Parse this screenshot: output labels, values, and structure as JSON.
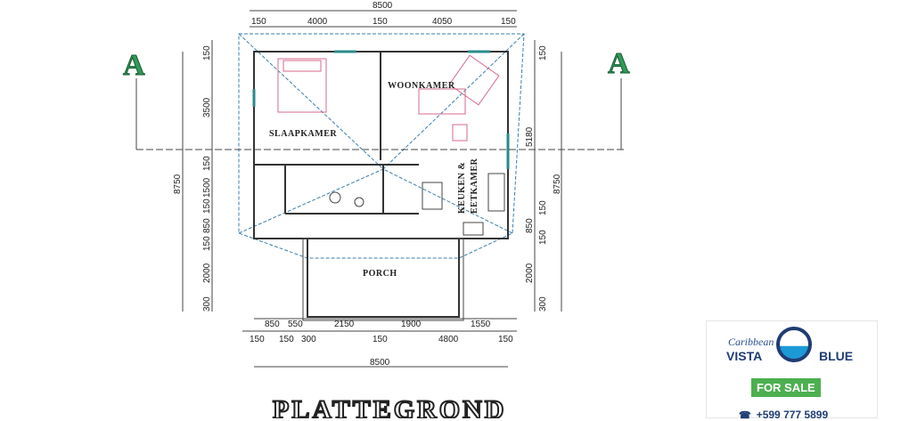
{
  "dimensions": {
    "top_total": "8500",
    "top_segments": [
      "150",
      "4000",
      "150",
      "4050",
      "150"
    ],
    "bottom_row1": [
      "850",
      "550",
      "2150",
      "1900",
      "1550"
    ],
    "bottom_row2": [
      "150",
      "150",
      "300",
      "150",
      "4800",
      "150"
    ],
    "bottom_total": "8500",
    "left_total": "8750",
    "left_segments": [
      "150",
      "3500",
      "150",
      "1500",
      "150",
      "850",
      "150",
      "2000",
      "300"
    ],
    "right_total": "8750",
    "right_segments": [
      "150",
      "5180",
      "150",
      "850",
      "2000",
      "150",
      "300"
    ]
  },
  "rooms": {
    "slaapkamer": "SLAAPKAMER",
    "woonkamer": "WOONKAMER",
    "keuken_line1": "KEUKEN &",
    "keuken_line2": "EETKAMER",
    "porch": "PORCH"
  },
  "section_marker": "A",
  "title": "PLATTEGROND",
  "badge": {
    "brand_script": "Caribbean",
    "brand_left": "VISTA",
    "brand_right": "BLUE",
    "status": "FOR SALE",
    "phone": "+599 777 5899"
  },
  "colors": {
    "wall": "#333333",
    "roof_lines": "#3a7fb0",
    "furniture": "#d46a8a",
    "marker": "#2f9a5a",
    "badge_navy": "#1f3d73",
    "badge_green": "#4caf50"
  }
}
